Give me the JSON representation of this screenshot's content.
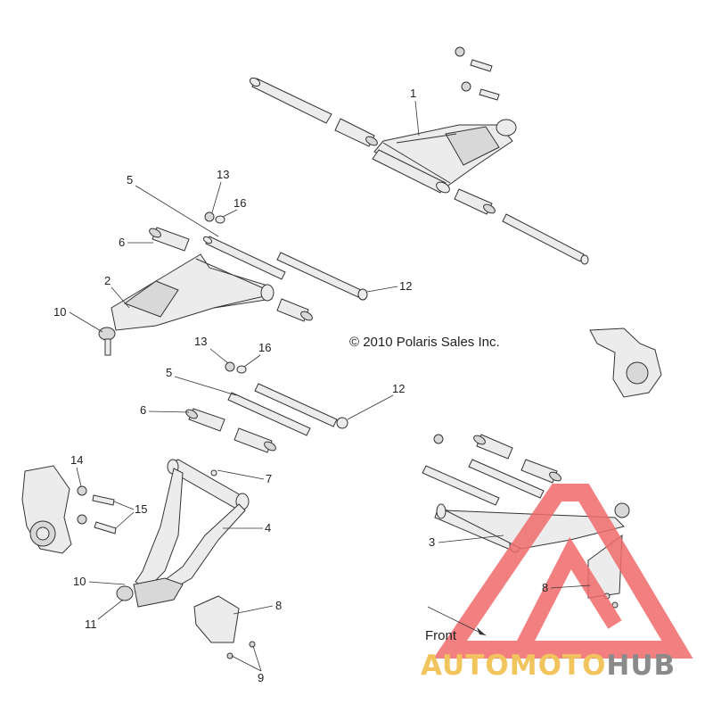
{
  "copyright": "© 2010 Polaris Sales Inc.",
  "front_label": "Front",
  "callouts": {
    "c1": "1",
    "c2": "2",
    "c3": "3",
    "c4": "4",
    "c5a": "5",
    "c5b": "5",
    "c6a": "6",
    "c6b": "6",
    "c7": "7",
    "c8a": "8",
    "c8b": "8",
    "c9": "9",
    "c10a": "10",
    "c10b": "10",
    "c11": "11",
    "c12a": "12",
    "c12b": "12",
    "c13a": "13",
    "c13b": "13",
    "c14": "14",
    "c15": "15",
    "c16a": "16",
    "c16b": "16"
  },
  "watermark": {
    "part1": "AUTO",
    "part2": "MOTO",
    "part3": "HUB",
    "color_primary": "#f2c45e",
    "color_secondary": "#8a8a8a",
    "logo_color": "#f06b6b"
  }
}
